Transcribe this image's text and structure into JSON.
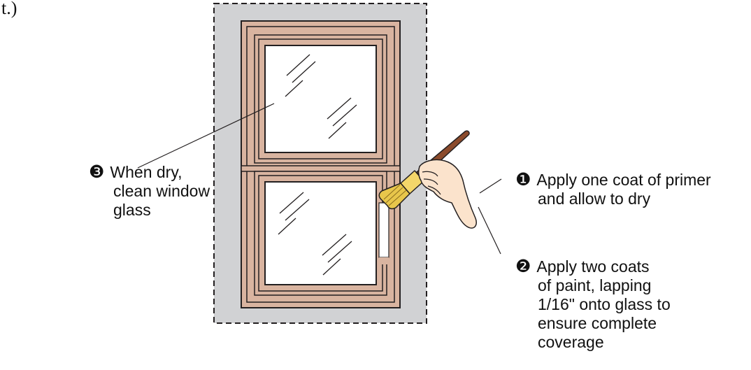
{
  "fragment_text": "t.)",
  "colors": {
    "background_area": "#d1d2d4",
    "frame": "#d9b4a0",
    "outline": "#231f20",
    "glass": "#ffffff",
    "brush_handle": "#8b4a2b",
    "brush_ferrule": "#f3d66a",
    "skin": "#fbe3cc"
  },
  "steps": [
    {
      "marker": "❸",
      "lines": [
        "When dry,",
        "clean window",
        "glass"
      ]
    },
    {
      "marker": "❶",
      "lines": [
        "Apply one coat of primer",
        "and allow to dry"
      ]
    },
    {
      "marker": "❷",
      "lines": [
        "Apply two coats",
        "of paint, lapping",
        "1/16\" onto glass to",
        "ensure complete",
        "coverage"
      ]
    }
  ]
}
